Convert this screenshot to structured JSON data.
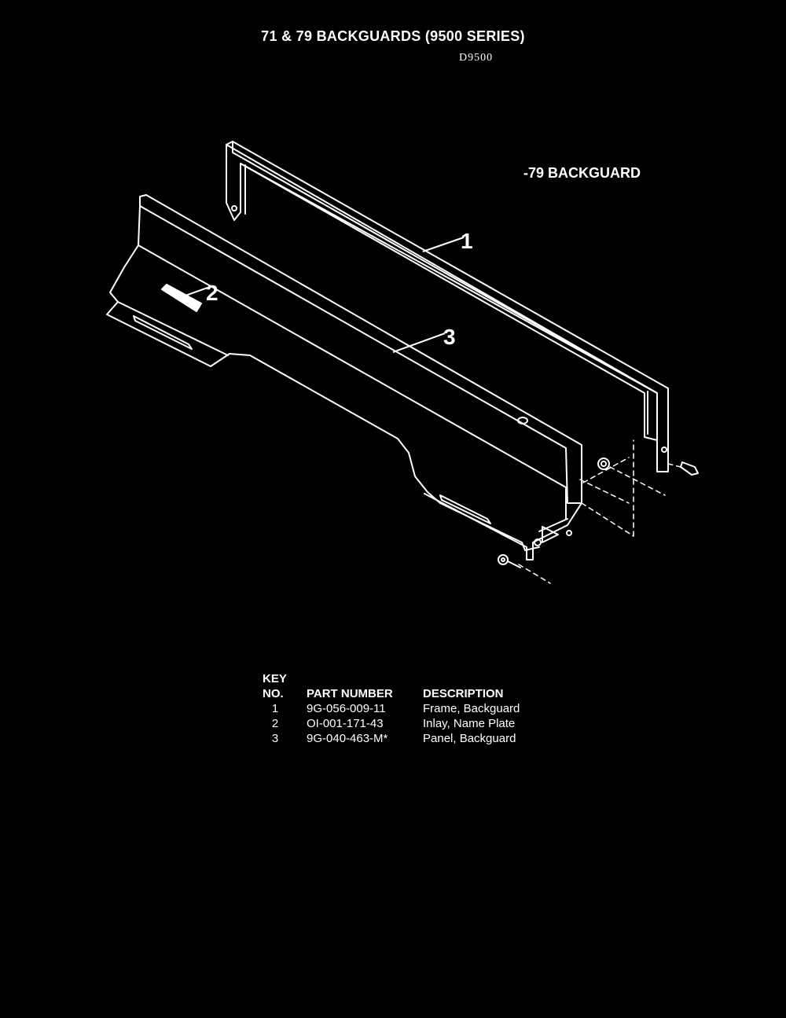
{
  "title": "71 & 79 BACKGUARDS (9500 SERIES)",
  "diagram_code": "D9500",
  "variant_label": "-79 BACKGUARD",
  "callouts": [
    "1",
    "2",
    "3"
  ],
  "legend": {
    "headers": {
      "key_top": "KEY",
      "key_bottom": "NO.",
      "part_number": "PART NUMBER",
      "description": "DESCRIPTION"
    },
    "rows": [
      {
        "key": "1",
        "part_number": "9G-056-009-11",
        "description": "Frame, Backguard"
      },
      {
        "key": "2",
        "part_number": "OI-001-171-43",
        "description": "Inlay, Name Plate"
      },
      {
        "key": "3",
        "part_number": "9G-040-463-M*",
        "description": "Panel, Backguard"
      }
    ]
  }
}
